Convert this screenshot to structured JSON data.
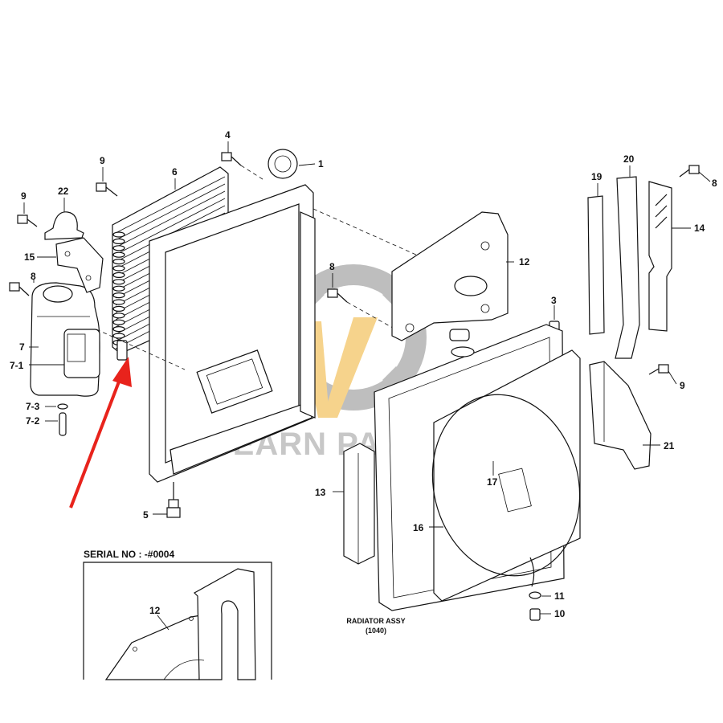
{
  "callouts": [
    {
      "key": "c1",
      "text": "1"
    },
    {
      "key": "c3",
      "text": "3"
    },
    {
      "key": "c4",
      "text": "4"
    },
    {
      "key": "c5",
      "text": "5"
    },
    {
      "key": "c6",
      "text": "6"
    },
    {
      "key": "c7",
      "text": "7"
    },
    {
      "key": "c7_1",
      "text": "7-1"
    },
    {
      "key": "c7_2",
      "text": "7-2"
    },
    {
      "key": "c7_3",
      "text": "7-3"
    },
    {
      "key": "c8a",
      "text": "8"
    },
    {
      "key": "c8b",
      "text": "8"
    },
    {
      "key": "c8c",
      "text": "8"
    },
    {
      "key": "c9a",
      "text": "9"
    },
    {
      "key": "c9b",
      "text": "9"
    },
    {
      "key": "c9c",
      "text": "9"
    },
    {
      "key": "c10",
      "text": "10"
    },
    {
      "key": "c11",
      "text": "11"
    },
    {
      "key": "c12",
      "text": "12"
    },
    {
      "key": "c13",
      "text": "13"
    },
    {
      "key": "c14",
      "text": "14"
    },
    {
      "key": "c15",
      "text": "15"
    },
    {
      "key": "c16",
      "text": "16"
    },
    {
      "key": "c17",
      "text": "17"
    },
    {
      "key": "c19",
      "text": "19"
    },
    {
      "key": "c20",
      "text": "20"
    },
    {
      "key": "c21",
      "text": "21"
    },
    {
      "key": "c22",
      "text": "22"
    },
    {
      "key": "c12_inset",
      "text": "12"
    }
  ],
  "inset": {
    "title": "SERIAL NO : -#0004"
  },
  "radiator": {
    "line1": "RADIATOR ASSY",
    "line2": "(1040)"
  },
  "watermark": {
    "text": "YEARN PARTS",
    "registered": "®",
    "gear_color": "#8a8a8a",
    "accent_color": "#f0b030"
  },
  "arrow_color": "#e8231c"
}
